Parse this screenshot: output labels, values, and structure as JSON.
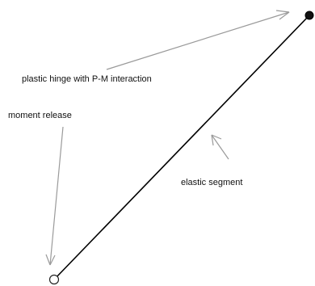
{
  "labels": {
    "plastic_hinge": "plastic hinge with P-M interaction",
    "moment_release": "moment release",
    "elastic_segment": "elastic segment"
  },
  "colors": {
    "member": "#000000",
    "arrow": "#9a9a9a",
    "hinge_fill": "#111111",
    "release_fill": "#ffffff",
    "text": "#111111"
  }
}
